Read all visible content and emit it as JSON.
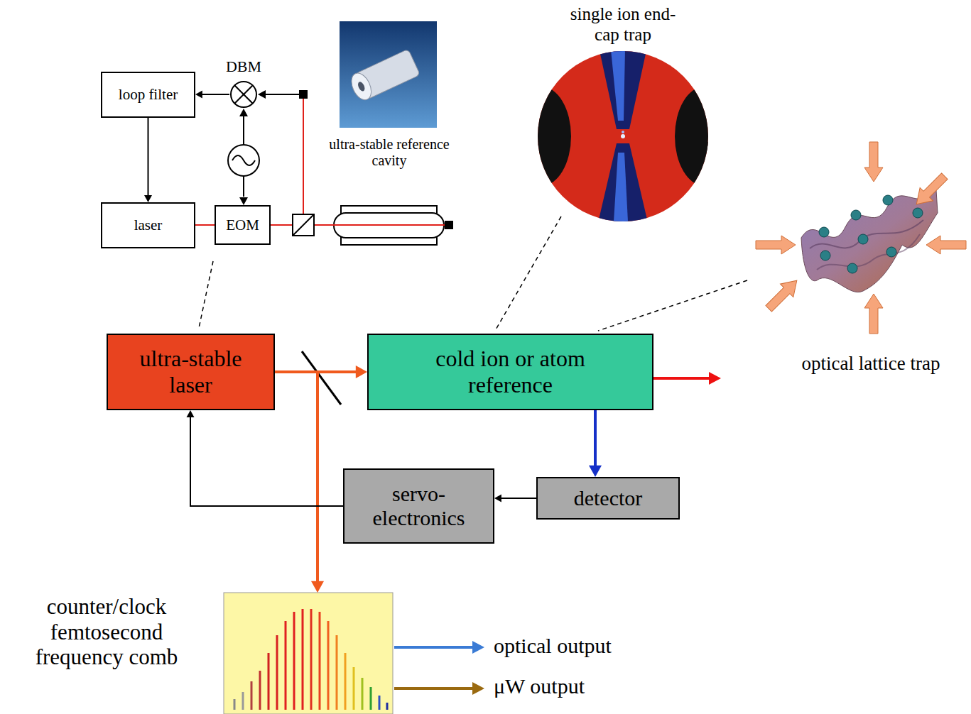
{
  "diagram": {
    "nodes": [
      {
        "text": [
          "loop filter"
        ]
      },
      {
        "text": [
          "DBM"
        ]
      },
      {
        "text": [
          "laser"
        ]
      },
      {
        "text": [
          "EOM"
        ]
      },
      {
        "text": [
          "ultra-stable laser"
        ]
      },
      {
        "text": [
          "cold ion or atom reference"
        ]
      },
      {
        "text": [
          "detector"
        ]
      },
      {
        "text": [
          "servo- electronics"
        ]
      },
      {
        "text": [
          "counter/clock femtosecond frequency comb"
        ]
      }
    ],
    "edges": [
      {
        "from": 1,
        "to": 0,
        "arrow": "to"
      },
      {
        "from": 0,
        "to": 2,
        "arrow": "to"
      },
      {
        "from": 2,
        "to": 3,
        "arrow": "none"
      },
      {
        "from": 4,
        "to": 5,
        "arrow": "to"
      },
      {
        "from": 4,
        "to": 8,
        "arrow": "to"
      },
      {
        "from": 5,
        "to": 6,
        "arrow": "to"
      },
      {
        "from": 6,
        "to": 7,
        "arrow": "to"
      },
      {
        "from": 7,
        "to": 4,
        "arrow": "to"
      }
    ],
    "labels": [
      "single ion end-cap trap",
      "ultra-stable reference cavity",
      "optical lattice trap",
      "optical output",
      "μW output"
    ]
  }
}
